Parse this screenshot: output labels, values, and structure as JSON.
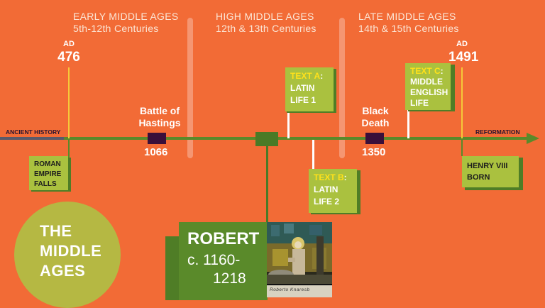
{
  "eras": [
    {
      "name": "EARLY MIDDLE AGES",
      "range": "5th-12th Centuries"
    },
    {
      "name": "HIGH MIDDLE AGES",
      "range": "12th & 13th Centuries"
    },
    {
      "name": "LATE MIDDLE AGES",
      "range": "14th & 15th Centuries"
    }
  ],
  "timeline": {
    "left_label": "ANCIENT HISTORY",
    "right_label": "REFORMATION"
  },
  "ad_markers": [
    {
      "prefix": "AD",
      "year": "476"
    },
    {
      "prefix": "AD",
      "year": "1491"
    }
  ],
  "events": [
    {
      "label_line1": "Battle of",
      "label_line2": "Hastings",
      "year": "1066"
    },
    {
      "label_line1": "Black",
      "label_line2": "Death",
      "year": "1350"
    }
  ],
  "texts": [
    {
      "title": "TEXT A",
      "sep": ":",
      "line1": "LATIN",
      "line2": "LIFE 1"
    },
    {
      "title": "TEXT B",
      "sep": ":",
      "line1": "LATIN",
      "line2": "LIFE 2"
    },
    {
      "title": "TEXT C",
      "sep": ":",
      "line1": "MIDDLE",
      "line2": "ENGLISH",
      "line3": "LIFE"
    }
  ],
  "milestones": [
    {
      "line1": "ROMAN",
      "line2": "EMPIRE",
      "line3": "FALLS"
    },
    {
      "line1": "HENRY VIII",
      "line2": "BORN"
    }
  ],
  "robert": {
    "name": "ROBERT",
    "dates_line1": "c. 1160-",
    "dates_line2": "1218",
    "caption": "Roberto Knaresb"
  },
  "title": {
    "line1": "THE",
    "line2": "MIDDLE",
    "line3": "AGES"
  },
  "colors": {
    "background": "#f26b36",
    "timeline": "#5a8a2a",
    "box": "#aac13f",
    "box_shadow": "#4f7d26",
    "marker": "#3a0f3a",
    "title_circle": "#b5b843",
    "accent_yellow": "#ffe11a"
  }
}
